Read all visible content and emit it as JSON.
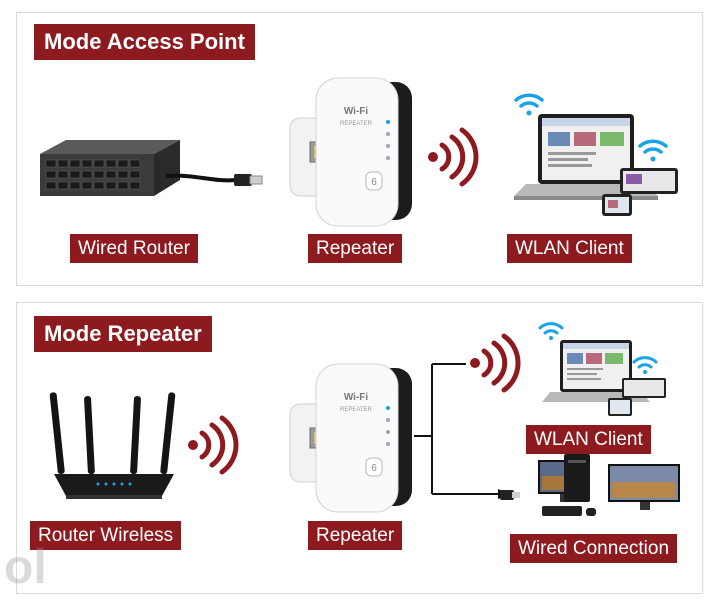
{
  "access_point_section": {
    "title": "Mode Access Point",
    "labels": {
      "device_left": "Wired Router",
      "device_center": "Repeater",
      "device_right": "WLAN Client"
    }
  },
  "repeater_section": {
    "title": "Mode Repeater",
    "labels": {
      "device_left": "Router Wireless",
      "device_center": "Repeater",
      "client_top": "WLAN Client",
      "client_bottom": "Wired Connection"
    }
  },
  "repeater_device": {
    "logo_text": "Wi-Fi",
    "model_text": "REPEATER"
  },
  "colors": {
    "accent": "#8d1a1e",
    "wifi_icon": "#1aa3e8",
    "device_dark": "#1c1c1c"
  }
}
